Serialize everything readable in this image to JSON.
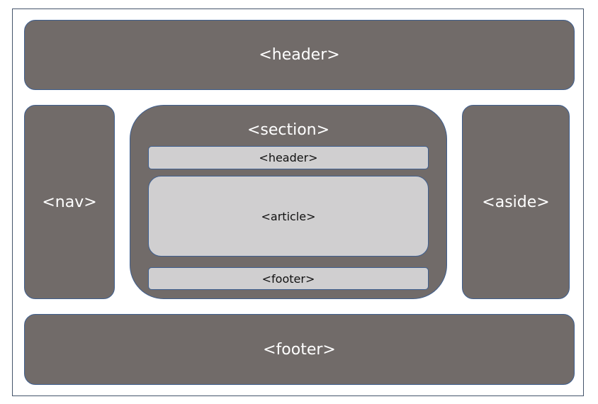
{
  "blocks": {
    "header": "<header>",
    "nav": "<nav>",
    "section": "<section>",
    "aside": "<aside>",
    "footer": "<footer>"
  },
  "section_children": {
    "header": "<header>",
    "article": "<article>",
    "footer": "<footer>"
  },
  "colors": {
    "outer_fill": "#716b69",
    "inner_fill": "#d0cfd0",
    "border": "#3f5f8f",
    "frame_border": "#44546a"
  }
}
